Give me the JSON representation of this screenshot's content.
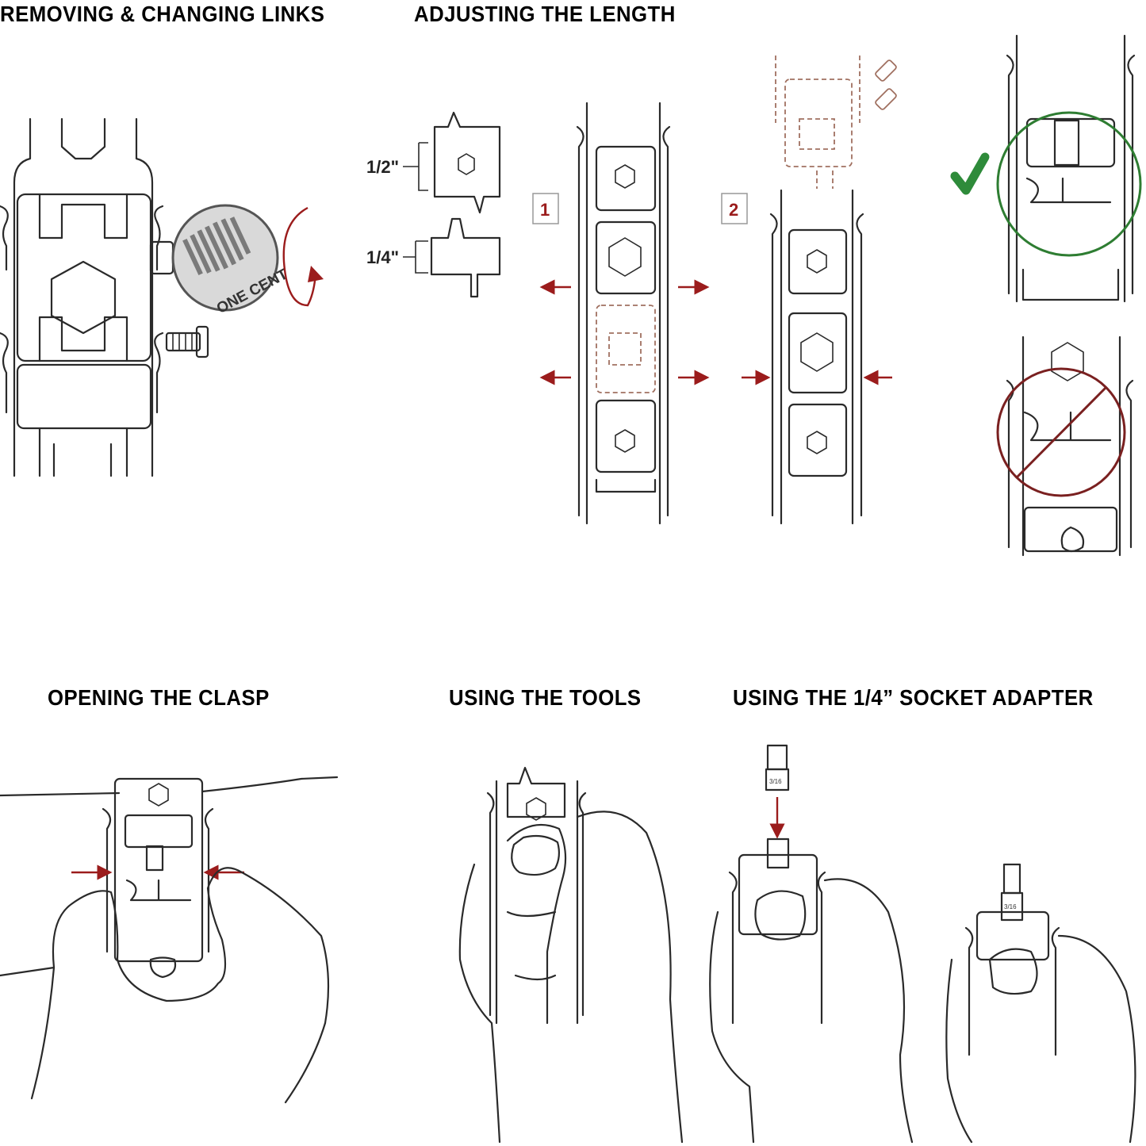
{
  "headings": {
    "removing_links": "REMOVING & CHANGING LINKS",
    "adjusting_length": "ADJUSTING THE LENGTH",
    "opening_clasp": "OPENING THE CLASP",
    "using_tools": "USING THE TOOLS",
    "socket_adapter": "USING THE 1/4” SOCKET ADAPTER"
  },
  "labels": {
    "half_inch": "1/2\"",
    "quarter_inch": "1/4\"",
    "step_1": "1",
    "step_2": "2",
    "coin_text": "ONE CENT",
    "socket_size": "3/16"
  },
  "colors": {
    "arrow_red": "#9b1c1c",
    "ok_green": "#2e8b3a",
    "no_red": "#7a2020",
    "ink": "#2a2a2a"
  },
  "icons": [
    "check-icon",
    "prohibited-icon",
    "rotate-arrow-icon",
    "coin-icon",
    "screw-icon"
  ]
}
